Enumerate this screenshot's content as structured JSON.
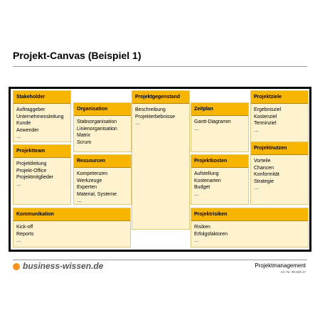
{
  "title": "Projekt-Canvas (Beispiel 1)",
  "cells": {
    "stakeholder": {
      "title": "Stakeholder",
      "items": [
        "Auftraggeber",
        "Unternehmensleitung",
        "Kunde",
        "Anwender",
        "…"
      ]
    },
    "projektteam": {
      "title": "Projektteam",
      "items": [
        "Projektleitung",
        "Projekt-Office",
        "Projektmitglieder",
        "…"
      ]
    },
    "organisation": {
      "title": "Organisation",
      "items": [
        "Stabsorganisation",
        "Linienorganisation",
        "Matrix",
        "Scrum"
      ]
    },
    "ressourcen": {
      "title": "Ressourcen",
      "items": [
        "Kompetenzen",
        "Werkzeuge",
        "Experten",
        "Material, Systeme",
        "…"
      ]
    },
    "projektgegenstand": {
      "title": "Projektgegenstand",
      "items": [
        "Beschreibung",
        "Projekterbebnisse",
        "…"
      ]
    },
    "zeitplan": {
      "title": "Zeitplan",
      "items": [
        "Gantt-Diagramm",
        "…"
      ]
    },
    "projektkosten": {
      "title": "Projektkosten",
      "items": [
        "Aufstellung",
        "Kostenarten",
        "Budget",
        "…"
      ]
    },
    "projektziele": {
      "title": "Projektziele",
      "items": [
        "Ergebnisziel",
        "Kostenziel",
        "Terminziel",
        "…"
      ]
    },
    "projektnutzen": {
      "title": "Projektnutzen",
      "items": [
        "Vorteile",
        "Chancen",
        "Konformität",
        "Strategie",
        "…"
      ]
    },
    "kommunikation": {
      "title": "Kommunikation",
      "items": [
        "Kick-off",
        "Reports",
        "…"
      ]
    },
    "projektrisiken": {
      "title": "Projektrisiken",
      "items": [
        "Risiken",
        "Erfolgsfaktoren",
        "…"
      ]
    }
  },
  "footer": {
    "brand": "business-wissen.de",
    "title": "Projektmanagement",
    "ref": "Art.-Nr. 99.599.27"
  },
  "colors": {
    "header": "#f7b500",
    "cell": "#fff3cf",
    "brand_dot": "#f7931e"
  }
}
